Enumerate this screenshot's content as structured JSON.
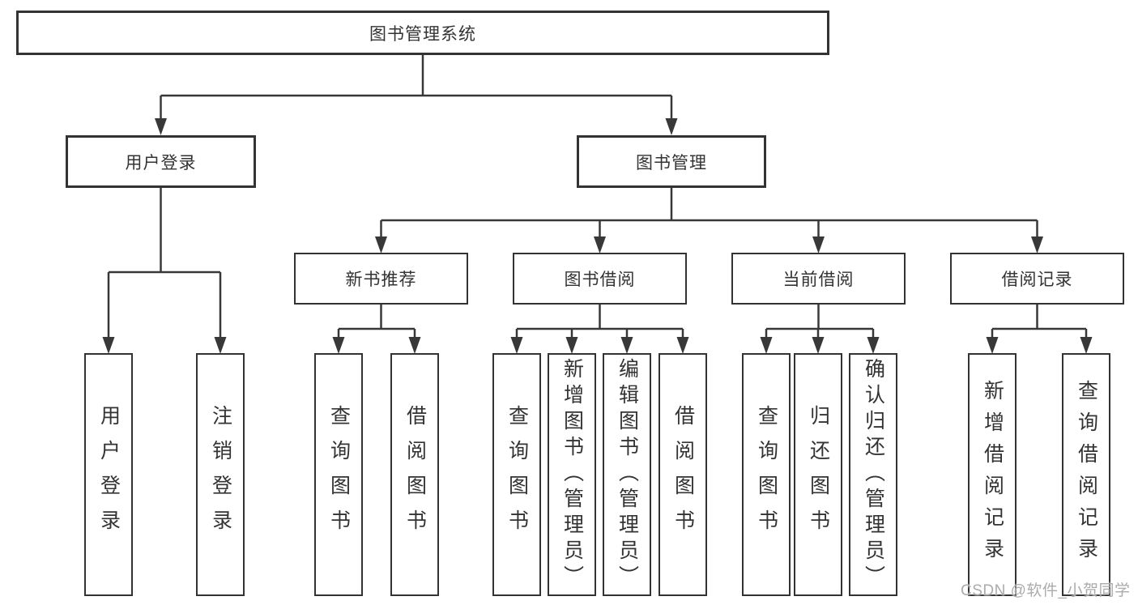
{
  "tree": {
    "label": "图书管理系统",
    "children": [
      {
        "label": "用户登录",
        "children": [
          {
            "label": "用户登录"
          },
          {
            "label": "注销登录"
          }
        ]
      },
      {
        "label": "图书管理",
        "children": [
          {
            "label": "新书推荐",
            "children": [
              {
                "label": "查询图书"
              },
              {
                "label": "借阅图书"
              }
            ]
          },
          {
            "label": "图书借阅",
            "children": [
              {
                "label": "查询图书"
              },
              {
                "label": "新增图书（管理员）"
              },
              {
                "label": "编辑图书（管理员）"
              },
              {
                "label": "借阅图书"
              }
            ]
          },
          {
            "label": "当前借阅",
            "children": [
              {
                "label": "查询图书"
              },
              {
                "label": "归还图书"
              },
              {
                "label": "确认归还（管理员）"
              }
            ]
          },
          {
            "label": "借阅记录",
            "children": [
              {
                "label": "新增借阅记录"
              },
              {
                "label": "查询借阅记录"
              }
            ]
          }
        ]
      }
    ]
  },
  "watermark": {
    "text": "CSDN @软件_小贺同学"
  },
  "colors": {
    "line": "#383838",
    "border": "#333333",
    "text": "#333333",
    "watermark": "#ababab",
    "background": "#ffffff"
  }
}
